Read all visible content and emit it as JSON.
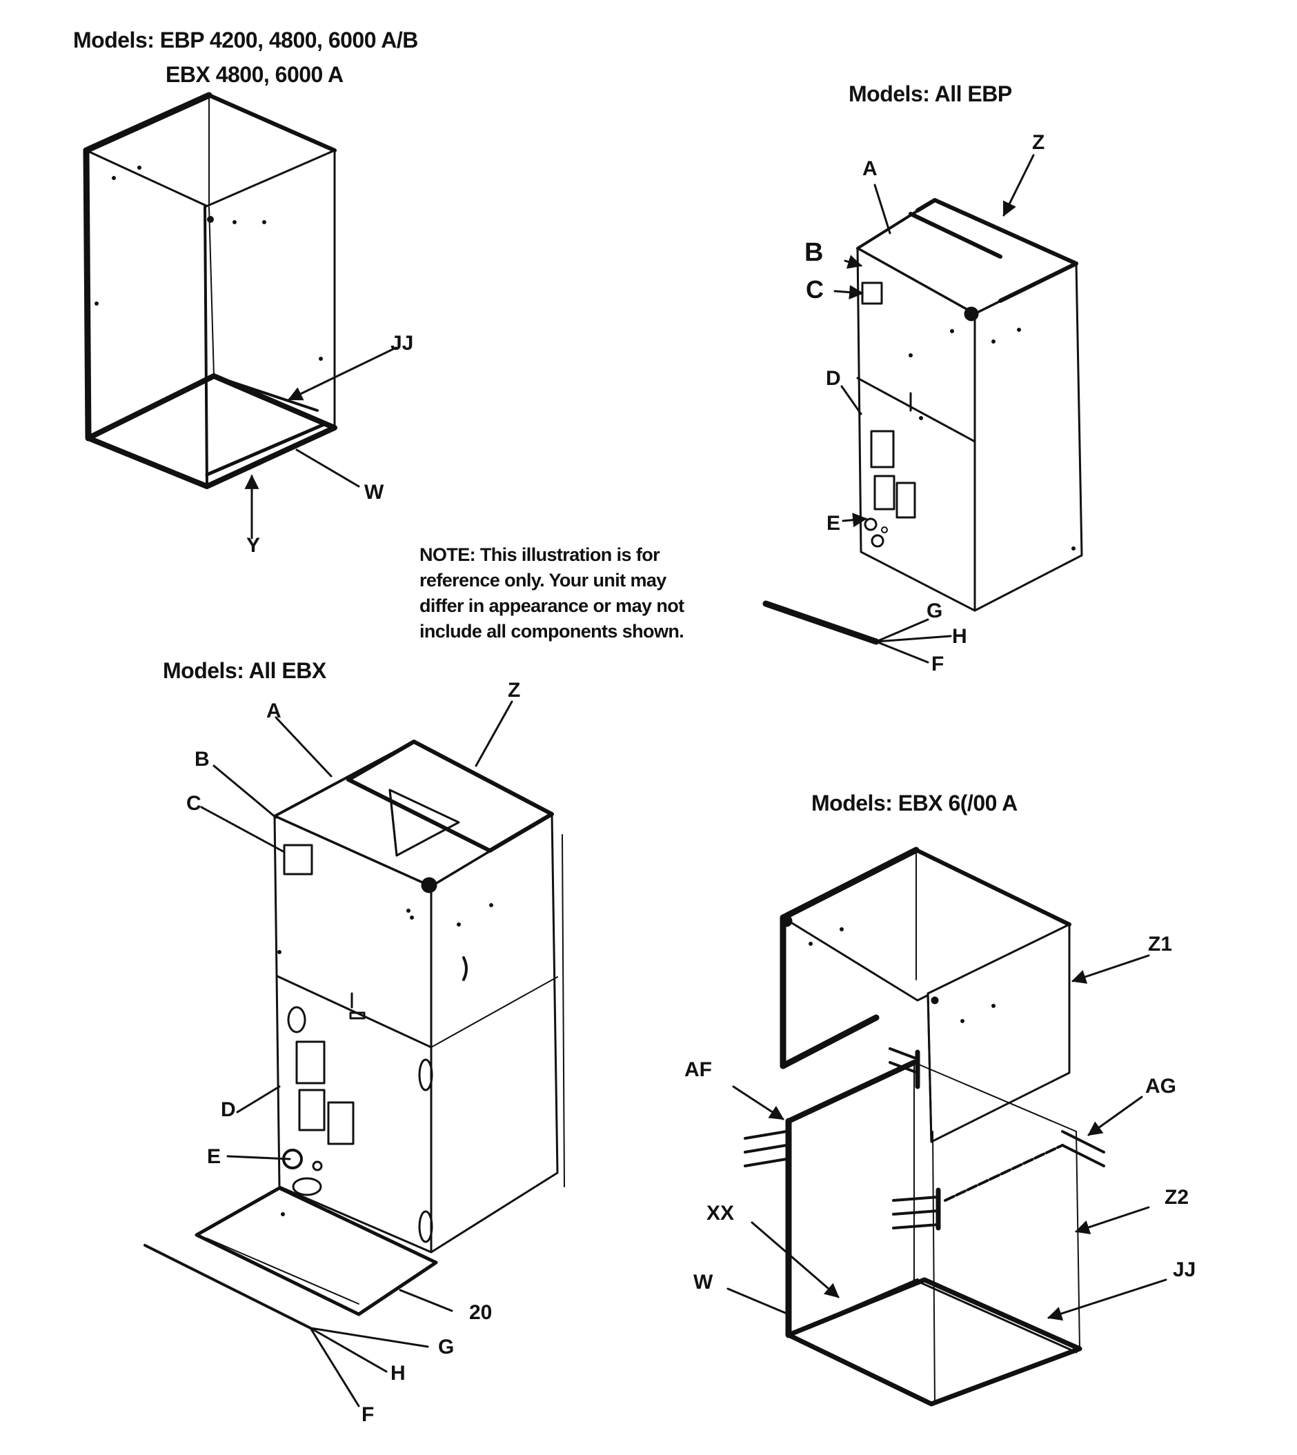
{
  "headings": {
    "top_left_line1": "Models: EBP 4200, 4800, 6000 A/B",
    "top_left_line2": "EBX 4800, 6000 A",
    "top_right": "Models: All EBP",
    "bottom_left": "Models: All EBX",
    "bottom_right": "Models: EBX 6(/00 A"
  },
  "note": {
    "line1": "NOTE:      This illustration is for",
    "line2": "reference only.    Your unit may",
    "line3": "differ in appearance or may not",
    "line4": "include all components shown."
  },
  "labels": {
    "top_left": {
      "jj": "JJ",
      "w": "W",
      "y": "Y"
    },
    "top_right": {
      "a": "A",
      "z": "Z",
      "b": "B",
      "c": "C",
      "d": "D",
      "e": "E",
      "g": "G",
      "h": "H",
      "f": "F"
    },
    "bottom_left": {
      "a": "A",
      "z": "Z",
      "b": "B",
      "c": "C",
      "d": "D",
      "e": "E",
      "twenty": "20",
      "g": "G",
      "h": "H",
      "f": "F"
    },
    "bottom_right": {
      "z1": "Z1",
      "af": "AF",
      "ag": "AG",
      "xx": "XX",
      "z2": "Z2",
      "w": "W",
      "jj": "JJ"
    }
  }
}
